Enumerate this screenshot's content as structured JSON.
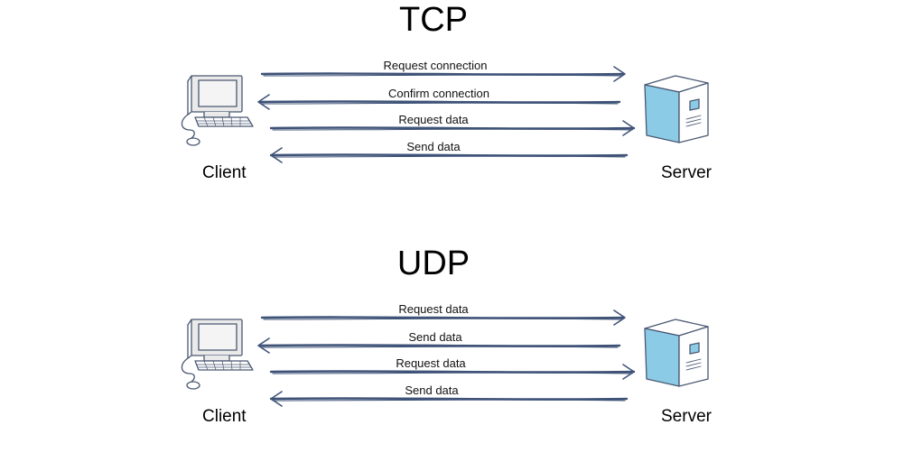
{
  "colors": {
    "arrow": "#3f5378",
    "server_face": "#8ccbe6",
    "monitor_screen": "#f4f4f4",
    "outline": "#4a5872"
  },
  "tcp": {
    "title": "TCP",
    "client_label": "Client",
    "server_label": "Server",
    "client_icon": "desktop-computer-icon",
    "server_icon": "server-tower-icon",
    "messages": [
      {
        "label": "Request connection",
        "direction": "client-to-server"
      },
      {
        "label": "Confirm connection",
        "direction": "server-to-client"
      },
      {
        "label": "Request data",
        "direction": "client-to-server"
      },
      {
        "label": "Send data",
        "direction": "server-to-client"
      }
    ]
  },
  "udp": {
    "title": "UDP",
    "client_label": "Client",
    "server_label": "Server",
    "client_icon": "desktop-computer-icon",
    "server_icon": "server-tower-icon",
    "messages": [
      {
        "label": "Request data",
        "direction": "client-to-server"
      },
      {
        "label": "Send data",
        "direction": "server-to-client"
      },
      {
        "label": "Request data",
        "direction": "client-to-server"
      },
      {
        "label": "Send data",
        "direction": "server-to-client"
      }
    ]
  }
}
